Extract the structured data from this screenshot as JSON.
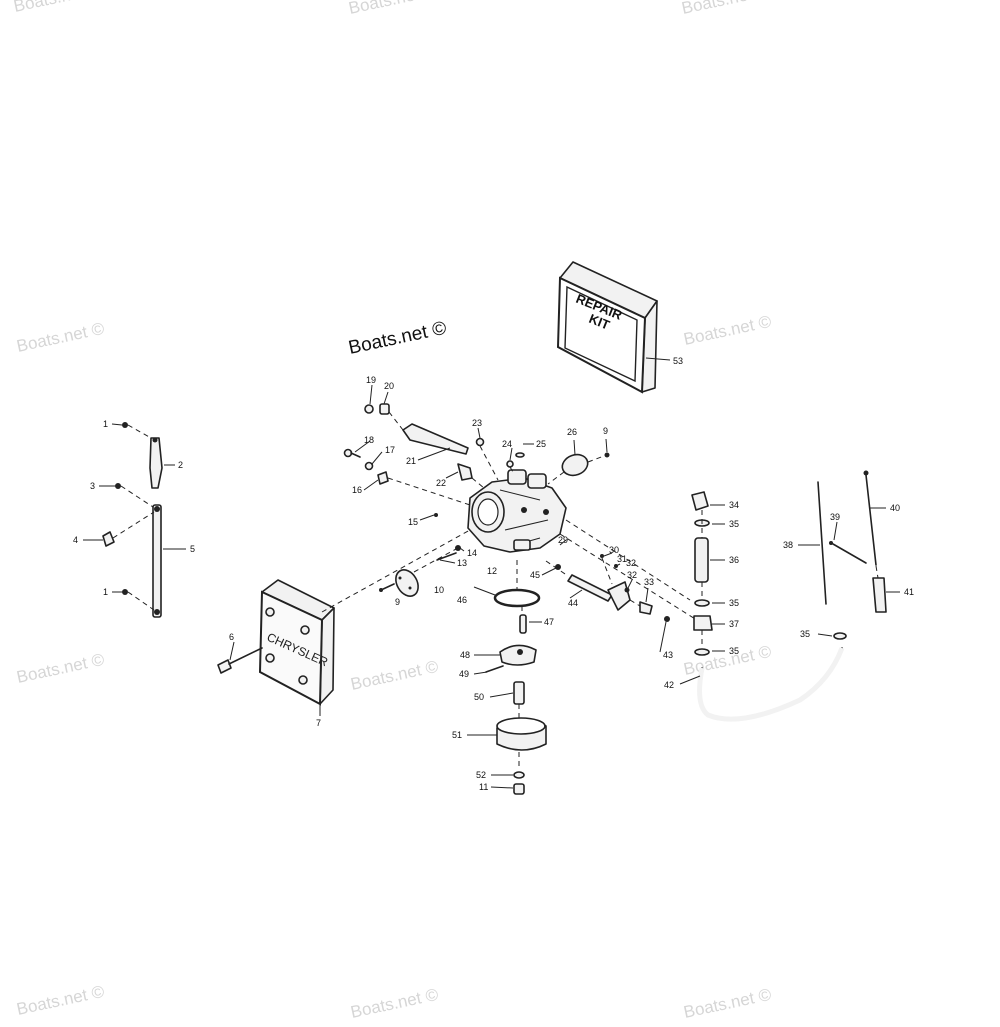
{
  "watermarks": {
    "top_left": "Boats.net ©",
    "top_center": "Boats.net ©",
    "top_right": "Boats.net ©",
    "mid_left": "Boats.net ©",
    "mid_right": "Boats.net ©",
    "lower_left": "Boats.net ©",
    "lower_center": "Boats.net ©",
    "lower_right": "Boats.net ©",
    "bottom_left": "Boats.net ©",
    "bottom_center": "Boats.net ©",
    "bottom_right": "Boats.net ©",
    "center": "Boats.net ©"
  },
  "repair_kit": {
    "line1": "REPAIR",
    "line2": "KIT"
  },
  "silencer_logo": "CHRYSLER",
  "callouts": {
    "c1a": "1",
    "c1b": "1",
    "c2": "2",
    "c3": "3",
    "c4": "4",
    "c5": "5",
    "c6": "6",
    "c7": "7",
    "c9a": "9",
    "c9b": "9",
    "c10": "10",
    "c11": "11",
    "c12": "12",
    "c13": "13",
    "c14": "14",
    "c15": "15",
    "c16": "16",
    "c17": "17",
    "c18": "18",
    "c19": "19",
    "c20": "20",
    "c21": "21",
    "c22": "22",
    "c23": "23",
    "c24": "24",
    "c25": "25",
    "c26": "26",
    "c29": "29",
    "c30": "30",
    "c31": "31",
    "c32a": "32",
    "c32b": "32",
    "c33": "33",
    "c34": "34",
    "c35a": "35",
    "c35b": "35",
    "c35c": "35",
    "c35d": "35",
    "c36": "36",
    "c37": "37",
    "c38": "38",
    "c39": "39",
    "c40": "40",
    "c41": "41",
    "c42": "42",
    "c43": "43",
    "c44": "44",
    "c45": "45",
    "c46": "46",
    "c47": "47",
    "c48": "48",
    "c49": "49",
    "c50": "50",
    "c51": "51",
    "c52": "52",
    "c53": "53"
  }
}
